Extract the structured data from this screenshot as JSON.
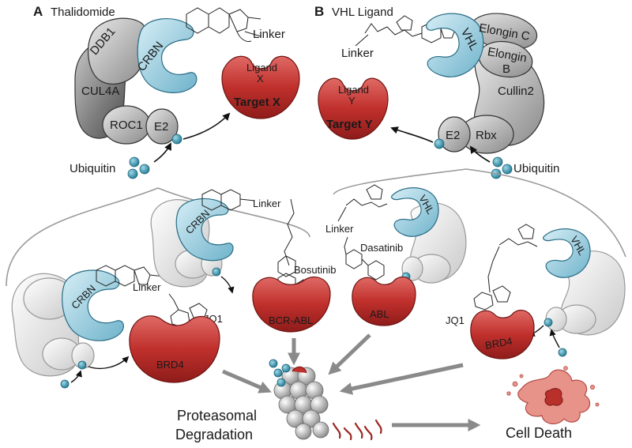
{
  "panels": {
    "a": {
      "letter": "A",
      "title": "Thalidomide"
    },
    "b": {
      "letter": "B",
      "title": "VHL Ligand"
    }
  },
  "proteins": {
    "ddb1": "DDB1",
    "crbn": "CRBN",
    "cul4a": "CUL4A",
    "roc1": "ROC1",
    "e2": "E2",
    "vhl": "VHL",
    "elongin_c": "Elongin C",
    "elongin_b_1": "Elongin",
    "elongin_b_2": "B",
    "cullin2": "Cullin2",
    "rbx": "Rbx"
  },
  "targets": {
    "x_ligand_1": "Ligand",
    "x_ligand_2": "X",
    "x_name": "Target X",
    "y_ligand_1": "Ligand",
    "y_ligand_2": "Y",
    "y_name": "Target Y",
    "bcr_abl": "BCR-ABL",
    "abl": "ABL",
    "brd4": "BRD4"
  },
  "labels": {
    "linker": "Linker",
    "ubiquitin": "Ubiquitin",
    "bosutinib": "Bosutinib",
    "dasatinib": "Dasatinib",
    "jq1": "JQ1",
    "proteasomal_1": "Proteasomal",
    "proteasomal_2": "Degradation",
    "cell_death": "Cell Death"
  },
  "colors": {
    "crbn_blue": "#8cc4d8",
    "target_red": "#c0302c",
    "ubiquitin": "#2f8fa8",
    "gray_dark": "#888888",
    "gray_light": "#e6e6e6"
  }
}
